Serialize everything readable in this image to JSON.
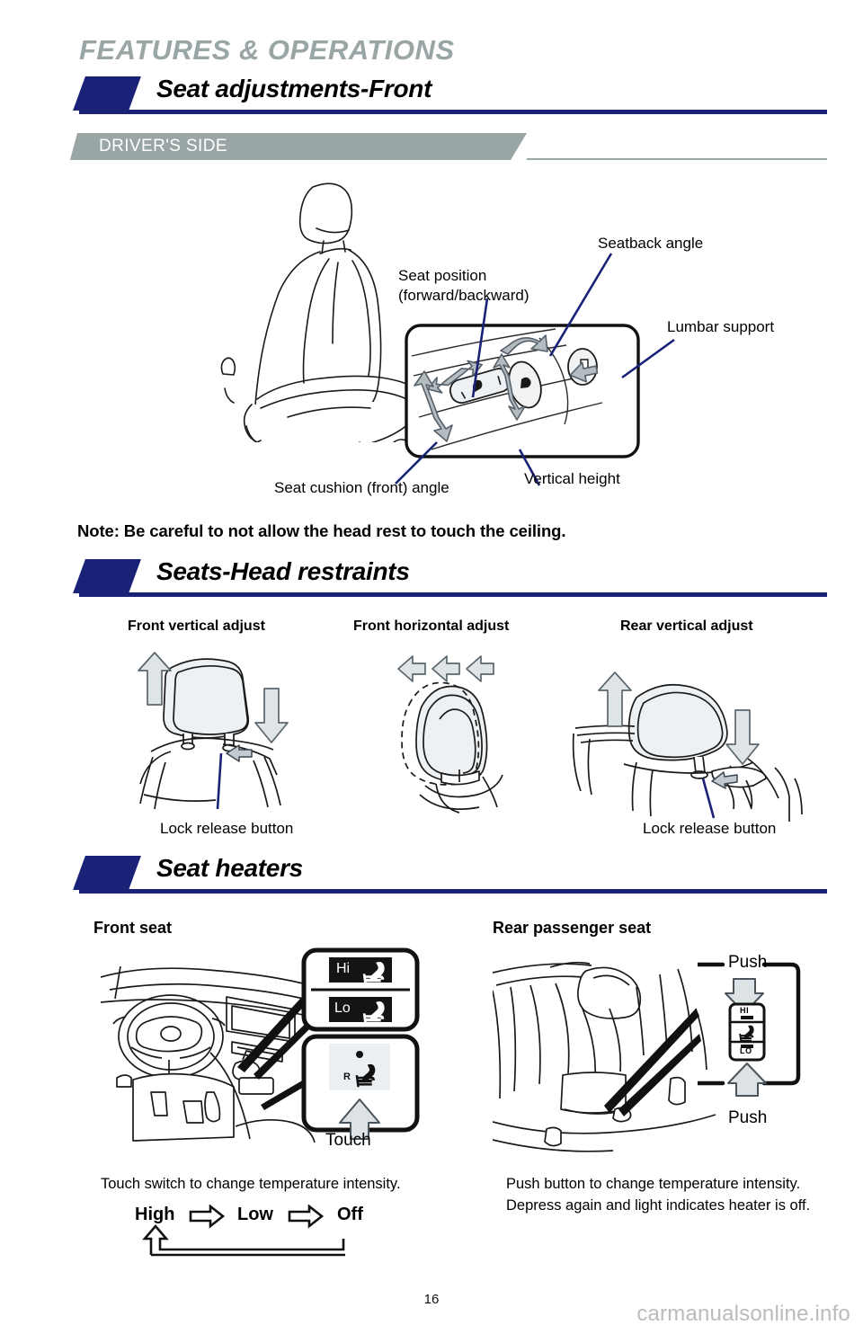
{
  "page": {
    "kicker": "FEATURES & OPERATIONS",
    "page_number": "16",
    "watermark": "carmanualsonline.info",
    "accent_navy": "#1a2278",
    "band_gray": "#9aa5a5",
    "kicker_gray": "#9aa5a5"
  },
  "sections": [
    {
      "title": "Seat adjustments-Front"
    },
    {
      "title": "Seats-Head restraints"
    },
    {
      "title": "Seat heaters"
    }
  ],
  "seat_adjustments": {
    "band_label": "DRIVER'S SIDE",
    "callouts": {
      "seat_position_line1": "Seat position",
      "seat_position_line2": "(forward/backward)",
      "seatback_angle": "Seatback angle",
      "lumbar_support": "Lumbar support",
      "seat_cushion_angle": "Seat cushion (front) angle",
      "vertical_height": "Vertical height"
    },
    "note": "Note: Be careful to not allow the head rest to touch the ceiling."
  },
  "head_restraints": {
    "columns": [
      {
        "title": "Front vertical adjust",
        "label": "Lock release button"
      },
      {
        "title": "Front horizontal adjust",
        "label": ""
      },
      {
        "title": "Rear vertical adjust",
        "label": "Lock release button"
      }
    ]
  },
  "seat_heaters": {
    "front": {
      "subtitle": "Front seat",
      "switch_hi": "Hi",
      "switch_lo": "Lo",
      "indicator_letter": "R",
      "touch_label": "Touch",
      "caption": "Touch switch to change temperature intensity.",
      "cycle": [
        "High",
        "Low",
        "Off"
      ]
    },
    "rear": {
      "subtitle": "Rear passenger seat",
      "push_top": "Push",
      "push_bottom": "Push",
      "switch_hi": "HI",
      "switch_lo": "LO",
      "caption": "Push button to change temperature intensity. Depress again and light indicates heater is off."
    }
  }
}
